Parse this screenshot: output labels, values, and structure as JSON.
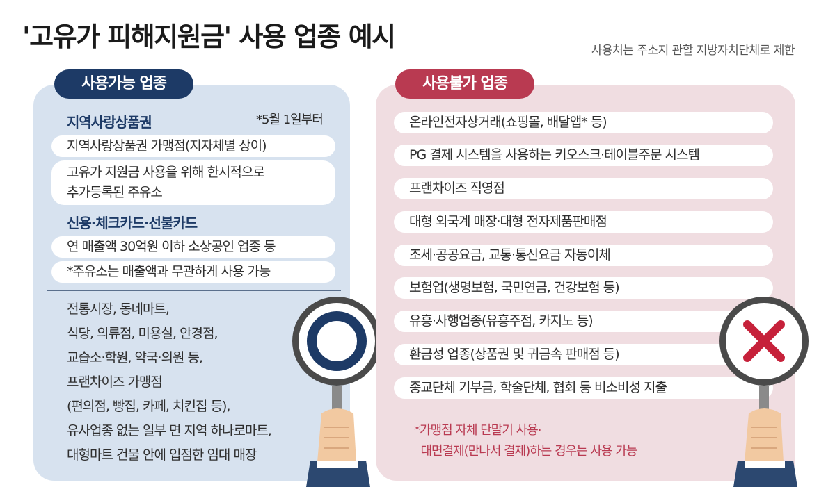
{
  "header": {
    "title": "'고유가 피해지원금' 사용 업종 예시",
    "subtitle": "사용처는 주소지 관할 지방자치단체로 제한"
  },
  "allowed": {
    "label": "사용가능 업종",
    "section1": {
      "heading": "지역사랑상품권",
      "note": "*5월 1일부터",
      "items": [
        "지역사랑상품권 가맹점(지자체별 상이)",
        "고유가 지원금 사용을 위해 한시적으로",
        "추가등록된 주유소"
      ]
    },
    "section2": {
      "heading": "신용·체크카드·선불카드",
      "items": [
        "연 매출액 30억원 이하 소상공인 업종 등",
        "*주유소는 매출액과 무관하게 사용 가능"
      ]
    },
    "others": [
      "전통시장, 동네마트,",
      "식당, 의류점, 미용실, 안경점,",
      "교습소·학원, 약국·의원 등,",
      "프랜차이즈 가맹점",
      "(편의점, 빵집, 카페, 치킨집 등),",
      "유사업종 없는 일부 면 지역 하나로마트,",
      "대형마트 건물 안에 입점한 임대 매장"
    ]
  },
  "forbidden": {
    "label": "사용불가 업종",
    "items": [
      "온라인전자상거래(쇼핑몰, 배달앱* 등)",
      "PG 결제 시스템을 사용하는 키오스크·테이블주문 시스템",
      "프랜차이즈 직영점",
      "대형 외국계 매장·대형 전자제품판매점",
      "조세·공공요금, 교통·통신요금 자동이체",
      "보험업(생명보험, 국민연금, 건강보험 등)",
      "유흥·사행업종(유흥주점, 카지노 등)",
      "환금성 업종(상품권 및 귀금속 판매점 등)",
      "종교단체 기부금, 학술단체, 협회 등 비소비성 지출"
    ],
    "footnote": [
      "*가맹점 자체 단말기 사용·",
      "  대면결제(만나서 결제)하는 경우는 사용 가능"
    ]
  },
  "colors": {
    "navy": "#1d3a66",
    "red": "#b93a51",
    "left_panel": "#d7e2ef",
    "right_panel": "#f0dde1"
  },
  "icons": {
    "left_sign": "o-sign-icon",
    "right_sign": "x-sign-icon"
  }
}
